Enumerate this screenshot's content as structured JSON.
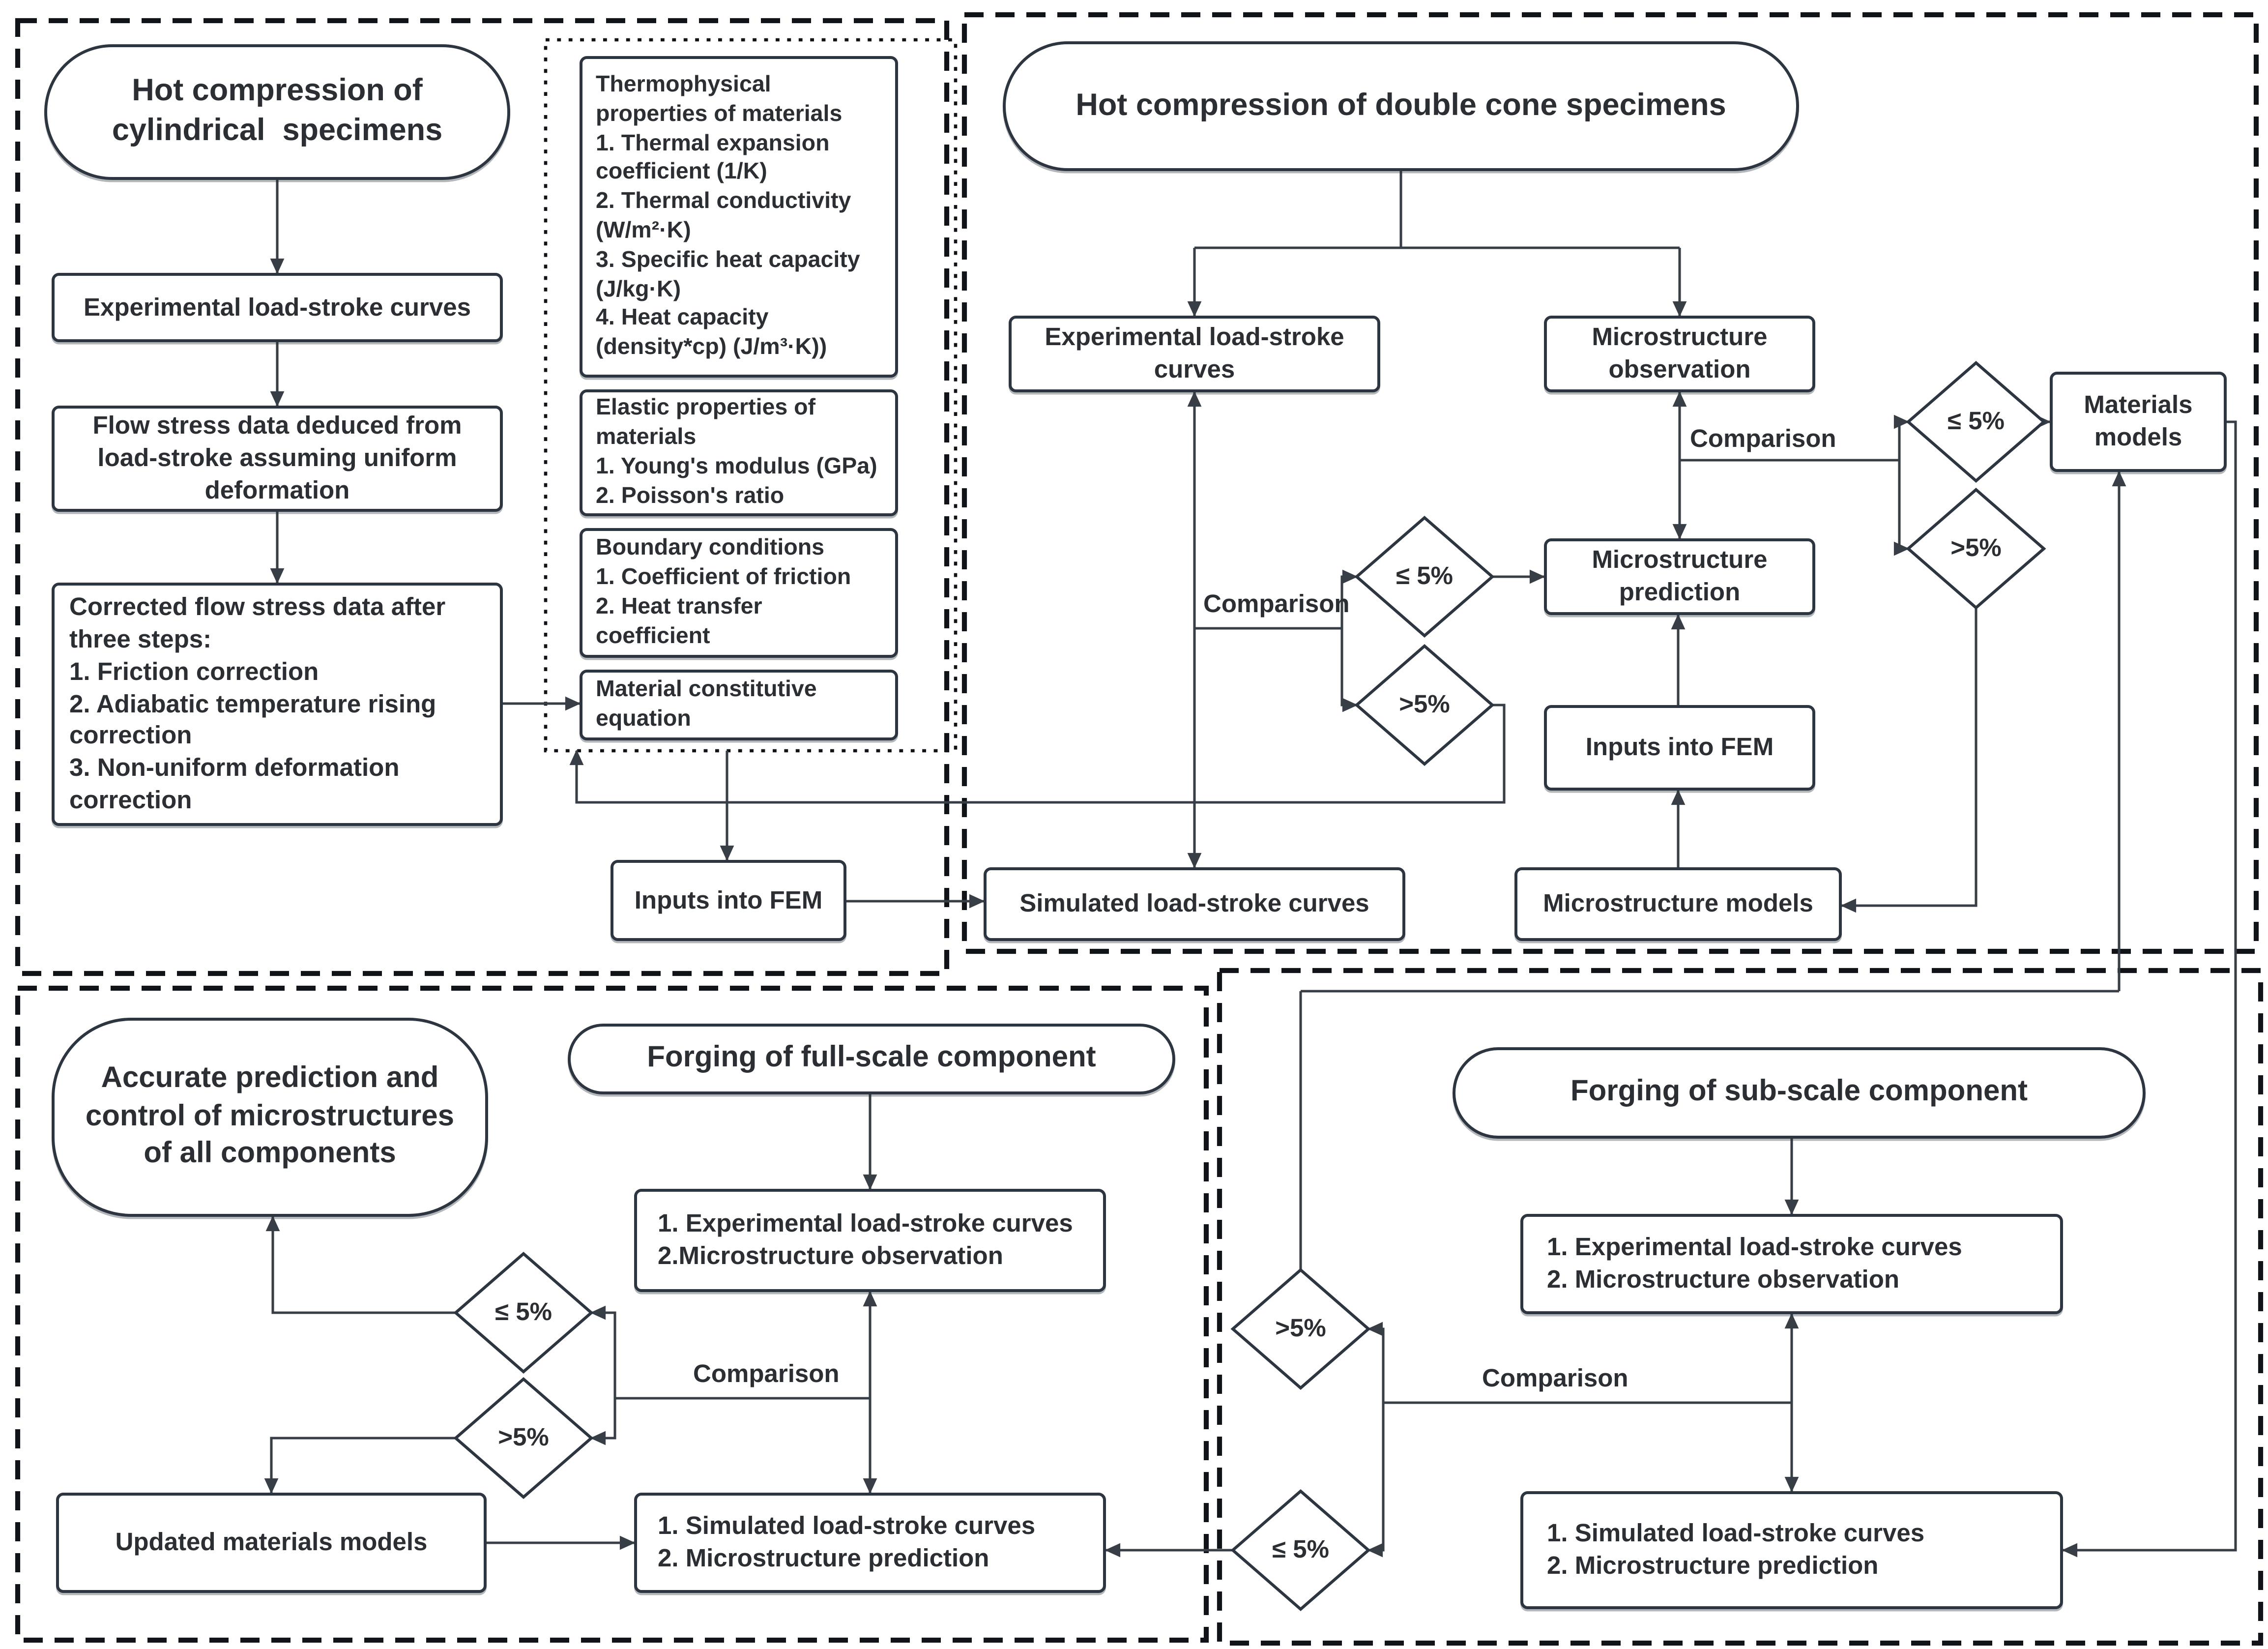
{
  "diagram": {
    "colors": {
      "background": "#ffffff",
      "line": "#373e45",
      "box_border": "#2d3640",
      "section_border": "#101418",
      "text": "#2b2f33"
    },
    "cylindrical": {
      "title_lines": [
        "Hot compression of",
        "cylindrical  specimens"
      ],
      "experimental": "Experimental load-stroke curves",
      "flow_stress": "Flow stress data deduced from load-stroke assuming uniform deformation",
      "corrected_lines": [
        "Corrected flow stress data after three steps:",
        "1. Friction correction",
        "2. Adiabatic temperature rising correction",
        "3. Non-uniform deformation correction"
      ]
    },
    "material_data": {
      "thermophysical_lines": [
        "Thermophysical properties of materials",
        "1. Thermal expansion coefficient (1/K)",
        "2. Thermal conductivity (W/m²·K)",
        "3. Specific heat capacity (J/kg·K)",
        "4. Heat capacity (density*cp) (J/m³·K))"
      ],
      "elastic_lines": [
        "Elastic properties of materials",
        "1. Young's modulus (GPa)",
        "2. Poisson's ratio"
      ],
      "boundary_lines": [
        "Boundary conditions",
        "1. Coefficient of friction",
        "2. Heat transfer coefficient"
      ],
      "constitutive": "Material constitutive equation"
    },
    "fem": {
      "inputs_left": "Inputs into FEM",
      "simulated": "Simulated load-stroke curves"
    },
    "double_cone": {
      "title": "Hot compression of double cone specimens",
      "experimental": "Experimental load-stroke curves",
      "micro_observation": "Microstructure observation",
      "micro_prediction": "Microstructure prediction",
      "inputs_fem": "Inputs into FEM",
      "micro_models": "Microstructure models",
      "materials_models": "Materials models",
      "comparison_label": "Comparison",
      "diamond_le": "≤ 5%",
      "diamond_gt": ">5%",
      "micro_comparison_label": "Comparison",
      "micro_diamond_le": "≤ 5%",
      "micro_diamond_gt": ">5%"
    },
    "full_scale": {
      "goal_lines": [
        "Accurate prediction and",
        "control of microstructures",
        "of all components"
      ],
      "title": "Forging of full-scale component",
      "experimental_lines": [
        "1. Experimental load-stroke curves",
        "2.Microstructure observation"
      ],
      "simulated_lines": [
        "1. Simulated load-stroke curves",
        "2. Microstructure prediction"
      ],
      "updated_models": "Updated materials models",
      "comparison_label": "Comparison",
      "diamond_le": "≤ 5%",
      "diamond_gt": ">5%"
    },
    "sub_scale": {
      "title": "Forging of sub-scale component",
      "experimental_lines": [
        "1. Experimental load-stroke curves",
        "2. Microstructure observation"
      ],
      "simulated_lines": [
        "1. Simulated load-stroke curves",
        "2. Microstructure prediction"
      ],
      "comparison_label": "Comparison",
      "diamond_le": "≤ 5%",
      "diamond_gt": ">5%"
    }
  }
}
